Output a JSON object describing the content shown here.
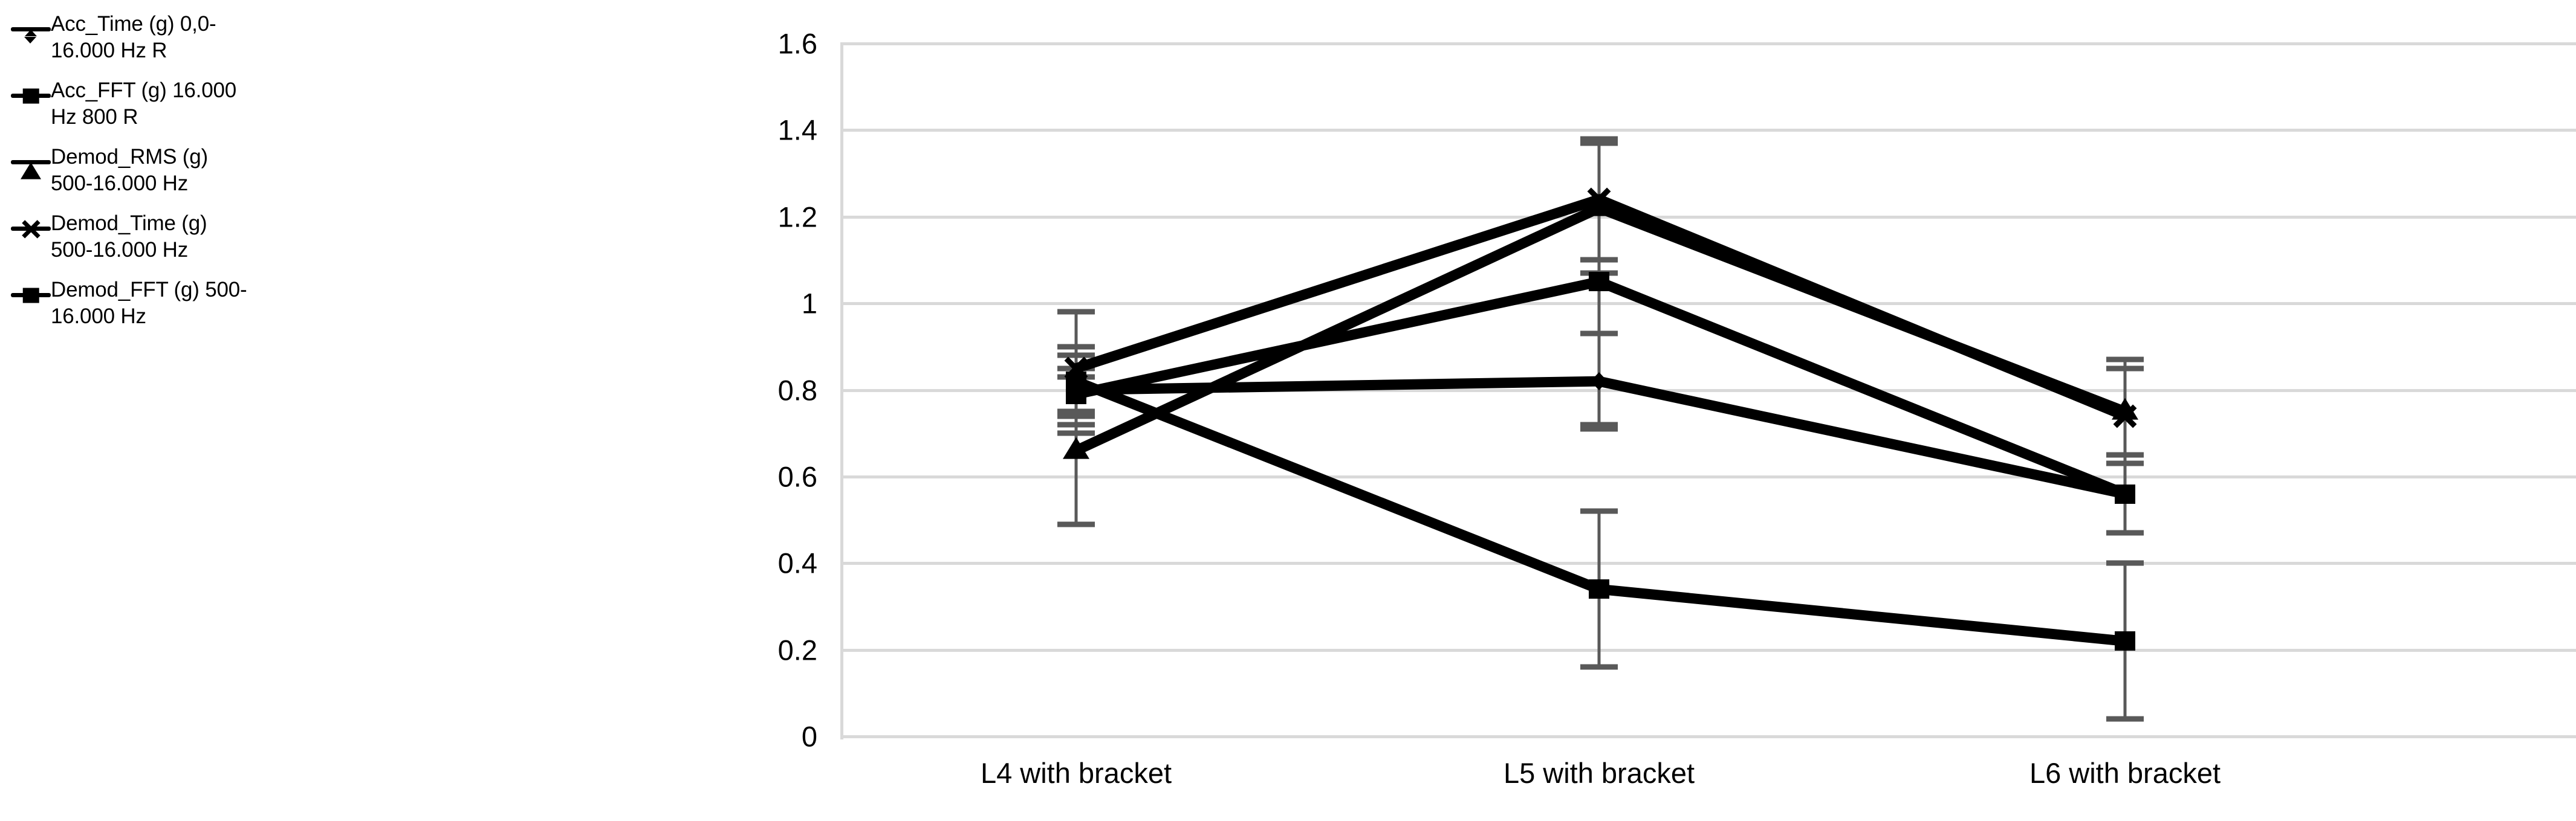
{
  "chart_data": {
    "type": "line",
    "title": "",
    "xlabel": "",
    "ylabel": "",
    "categories": [
      "L4 with bracket",
      "L5 with bracket",
      "L6 with bracket"
    ],
    "yticks": [
      "1.6",
      "1.4",
      "1.2",
      "1",
      "0.8",
      "0.6",
      "0.4",
      "0.2",
      "0"
    ],
    "ytick_values": [
      1.6,
      1.4,
      1.2,
      1.0,
      0.8,
      0.6,
      0.4,
      0.2,
      0
    ],
    "ylim": [
      0,
      1.6
    ],
    "grid": "horizontal",
    "legend_position": "left",
    "series": [
      {
        "name": "Acc_Time (g) 0,0-16.000 Hz R",
        "marker": "diamond",
        "values": [
          0.8,
          0.82,
          0.56
        ],
        "err_low": [
          0.05,
          0.11,
          0.09
        ],
        "err_high": [
          0.05,
          0.11,
          0.09
        ]
      },
      {
        "name": "Acc_FFT (g) 16.000 Hz 800 R",
        "marker": "square",
        "values": [
          0.79,
          1.05,
          0.56
        ],
        "err_low": [
          0.09,
          0.33,
          0.09
        ],
        "err_high": [
          0.09,
          0.33,
          0.09
        ]
      },
      {
        "name": "Demod_RMS (g) 500-16.000 Hz",
        "marker": "triangle",
        "values": [
          0.66,
          1.22,
          0.75
        ],
        "err_low": [
          0.17,
          0.15,
          0.12
        ],
        "err_high": [
          0.17,
          0.15,
          0.12
        ]
      },
      {
        "name": "Demod_Time (g) 500-16.000 Hz",
        "marker": "x",
        "values": [
          0.85,
          1.24,
          0.74
        ],
        "err_low": [
          0.13,
          0.14,
          0.11
        ],
        "err_high": [
          0.13,
          0.14,
          0.11
        ]
      },
      {
        "name": "Demod_FFT (g) 500-16.000 Hz",
        "marker": "square",
        "values": [
          0.82,
          0.34,
          0.22
        ],
        "err_low": [
          0.08,
          0.18,
          0.18
        ],
        "err_high": [
          0.08,
          0.18,
          0.18
        ]
      }
    ]
  },
  "legend": {
    "items": [
      {
        "label": "Acc_Time (g) 0,0-16.000 Hz R",
        "marker": "diamond"
      },
      {
        "label": "Acc_FFT (g) 16.000 Hz 800 R",
        "marker": "square"
      },
      {
        "label": "Demod_RMS (g) 500-16.000 Hz",
        "marker": "triangle"
      },
      {
        "label": "Demod_Time (g) 500-16.000 Hz",
        "marker": "x"
      },
      {
        "label": "Demod_FFT (g) 500-16.000 Hz",
        "marker": "square"
      }
    ]
  },
  "colors": {
    "series": "#000000",
    "gridline": "#d9d9d9",
    "errorbar": "#595959",
    "background": "#ffffff",
    "text": "#000000"
  }
}
